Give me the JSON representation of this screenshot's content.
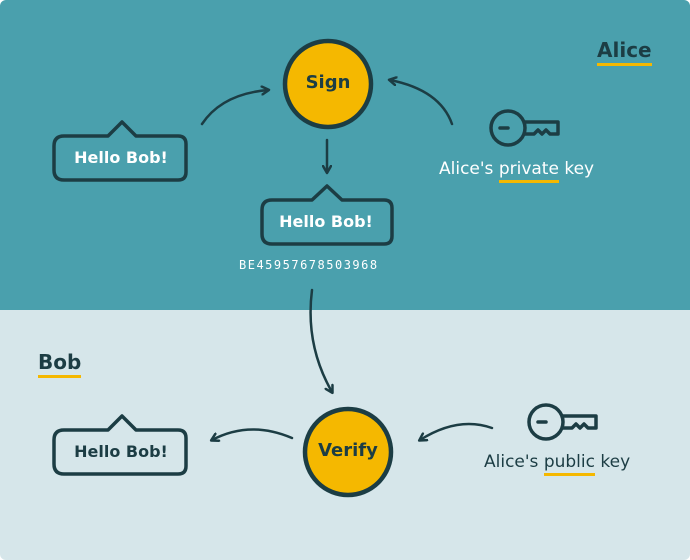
{
  "alice": {
    "party_label": "Alice",
    "message": "Hello Bob!",
    "signed_message": "Hello Bob!",
    "signature": "BE45957678503968",
    "operation": "Sign",
    "key_label_pre": "Alice's ",
    "key_label_word": "private",
    "key_label_post": " key"
  },
  "bob": {
    "party_label": "Bob",
    "message": "Hello Bob!",
    "operation": "Verify",
    "key_label_pre": "Alice's ",
    "key_label_word": "public",
    "key_label_post": " key"
  },
  "colors": {
    "alice_bg": "#4aa0ad",
    "bob_bg": "#d6e6ea",
    "accent": "#f5b800",
    "ink": "#1c3d44"
  },
  "icons": [
    "key-icon",
    "arrow-icon"
  ]
}
